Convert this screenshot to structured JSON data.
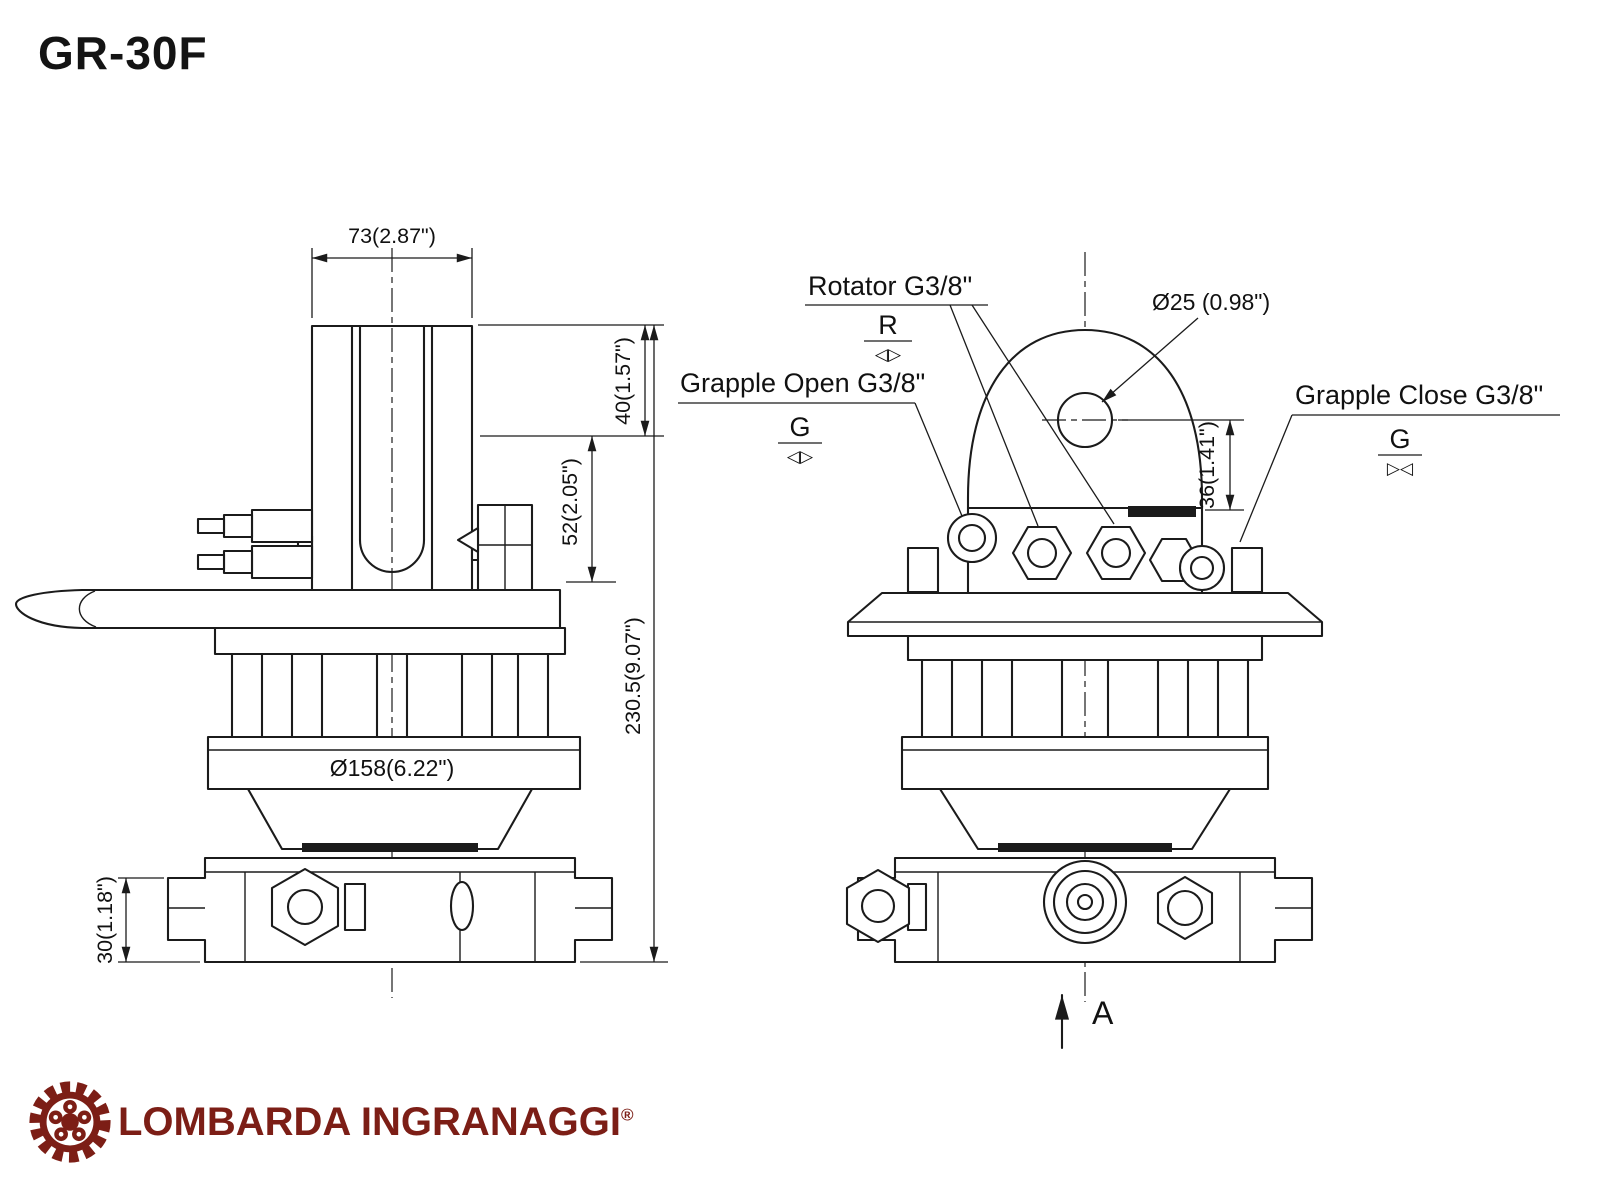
{
  "title": "GR-30F",
  "logo": {
    "name": "LOMBARDA INGRANAGGI",
    "registered": "®",
    "color": "#7c1e16"
  },
  "colors": {
    "line": "#1b1b1b",
    "text": "#111111",
    "background": "#ffffff"
  },
  "dimensions": {
    "width_top": "73(2.87\")",
    "h40": "40(1.57\")",
    "h52": "52(2.05\")",
    "h230": "230.5(9.07\")",
    "dia158": "Ø158(6.22\")",
    "h30": "30(1.18\")",
    "dia25": "Ø25 (0.98\")",
    "h36": "36(1.41\")"
  },
  "labels": {
    "rotator": "Rotator G3/8\"",
    "rotator_sym": "R",
    "rotator_tri": "◁▷",
    "grapple_open": "Grapple Open G3/8\"",
    "open_sym": "G",
    "open_tri": "◁▷",
    "grapple_close": "Grapple Close G3/8\"",
    "close_sym": "G",
    "close_tri": "▷◁",
    "view_arrow": "A"
  }
}
